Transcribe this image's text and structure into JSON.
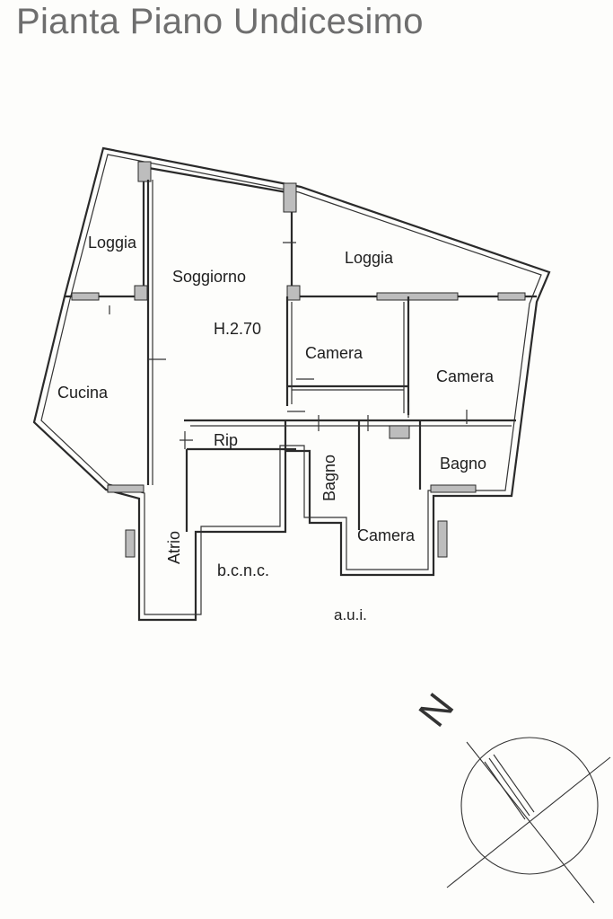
{
  "title": "Pianta Piano Undicesimo",
  "rooms": {
    "loggia_left": "Loggia",
    "soggiorno": "Soggiorno",
    "loggia_right": "Loggia",
    "height": "H.2.70",
    "camera_1": "Camera",
    "camera_2": "Camera",
    "cucina": "Cucina",
    "rip": "Rip",
    "bagno_1": "Bagno",
    "bagno_2": "Bagno",
    "atrio": "Atrio",
    "bcnc": "b.c.n.c.",
    "camera_3": "Camera",
    "aui": "a.u.i."
  },
  "compass": {
    "label": "N"
  }
}
